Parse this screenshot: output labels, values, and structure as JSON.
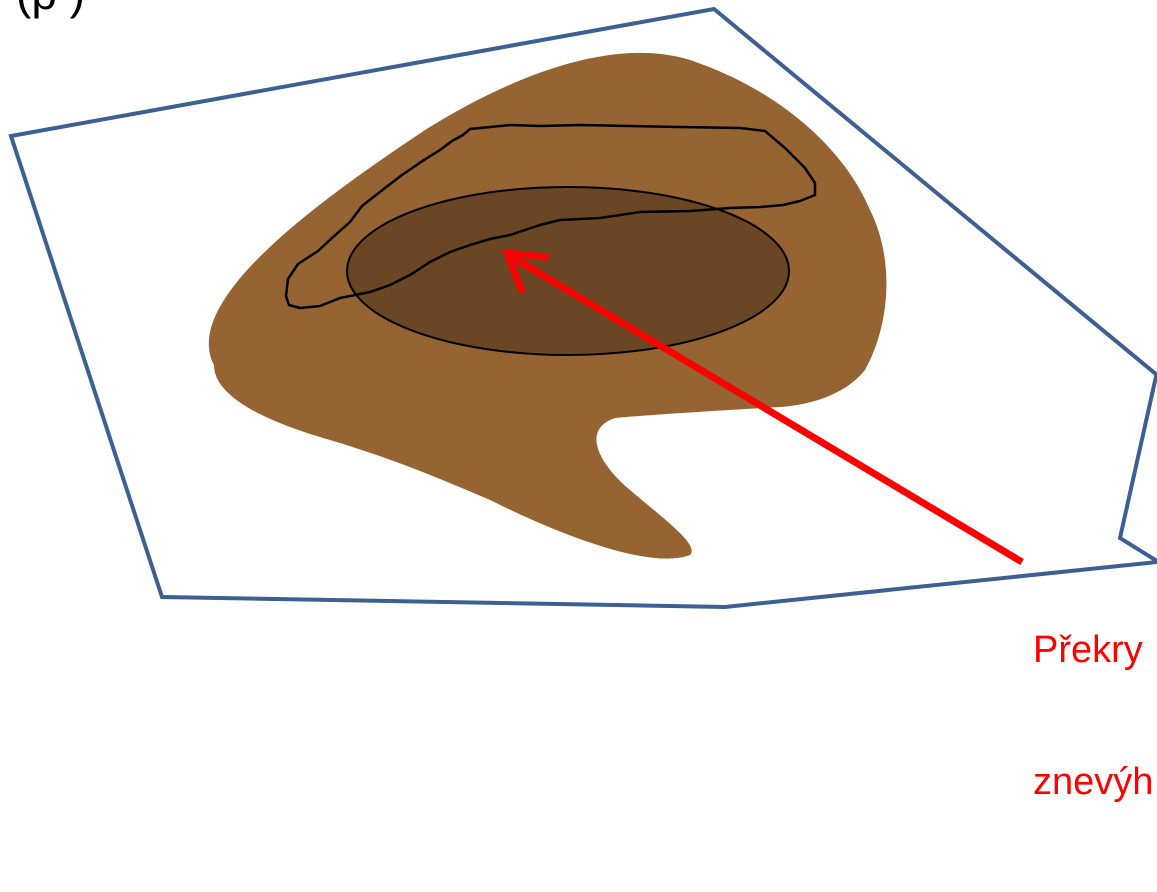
{
  "texts": {
    "top_cut_text": "(p                                          )",
    "overlap_label_line1": "Překry",
    "overlap_label_line2": "znevýh"
  },
  "colors": {
    "polygon_stroke": "#3d5f91",
    "brown_fill": "#966333",
    "ellipse_fill": "#6b4624",
    "arrow": "#ff0000",
    "outline": "#000000",
    "label_text": "#ff0000"
  },
  "shapes": {
    "polygon": "boundary-polygon",
    "brown_region": "brown-region",
    "ellipse": "overlap-ellipse",
    "outline": "irregular-outline",
    "arrow": "red-arrow"
  }
}
